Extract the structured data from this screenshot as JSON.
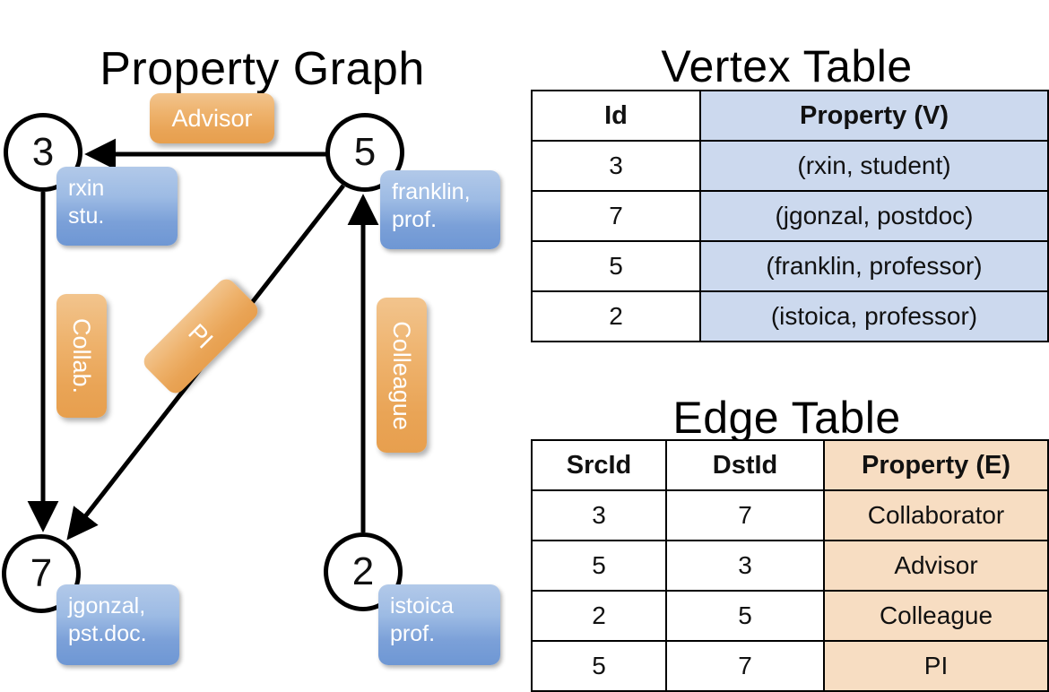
{
  "titles": {
    "property_graph": "Property Graph",
    "vertex_table": "Vertex Table",
    "edge_table": "Edge Table"
  },
  "graph": {
    "vertices": [
      {
        "id": "3",
        "property": "rxin\nstu."
      },
      {
        "id": "5",
        "property": "franklin,\nprof."
      },
      {
        "id": "7",
        "property": "jgonzal,\npst.doc."
      },
      {
        "id": "2",
        "property": "istoica\nprof."
      }
    ],
    "vertex_labels": {
      "v3": "3",
      "v5": "5",
      "v7": "7",
      "v2": "2"
    },
    "property_boxes": {
      "rxin_line1": "rxin",
      "rxin_line2": "stu.",
      "franklin_line1": "franklin,",
      "franklin_line2": "prof.",
      "jgonzal_line1": "jgonzal,",
      "jgonzal_line2": "pst.doc.",
      "istoica_line1": "istoica",
      "istoica_line2": "prof."
    },
    "edge_labels": {
      "advisor": "Advisor",
      "collab": "Collab.",
      "pi": "PI",
      "colleague": "Colleague"
    },
    "edges": [
      {
        "from": "5",
        "to": "3",
        "label": "Advisor"
      },
      {
        "from": "3",
        "to": "7",
        "label": "Collab."
      },
      {
        "from": "5",
        "to": "7",
        "label": "PI"
      },
      {
        "from": "2",
        "to": "5",
        "label": "Colleague"
      }
    ]
  },
  "vertex_table": {
    "headers": [
      "Id",
      "Property (V)"
    ],
    "rows": [
      {
        "id": "3",
        "property": "(rxin, student)"
      },
      {
        "id": "7",
        "property": "(jgonzal, postdoc)"
      },
      {
        "id": "5",
        "property": "(franklin, professor)"
      },
      {
        "id": "2",
        "property": "(istoica, professor)"
      }
    ]
  },
  "edge_table": {
    "headers": [
      "SrcId",
      "DstId",
      "Property (E)"
    ],
    "rows": [
      {
        "src": "3",
        "dst": "7",
        "property": "Collaborator"
      },
      {
        "src": "5",
        "dst": "3",
        "property": "Advisor"
      },
      {
        "src": "2",
        "dst": "5",
        "property": "Colleague"
      },
      {
        "src": "5",
        "dst": "7",
        "property": "PI"
      }
    ]
  },
  "colors": {
    "vertex_property_blue": "#9dbbe4",
    "edge_label_orange": "#eeb26c",
    "vertex_table_cell": "#ccd9ee",
    "edge_table_cell": "#f7ddc2",
    "stroke": "#000000"
  }
}
